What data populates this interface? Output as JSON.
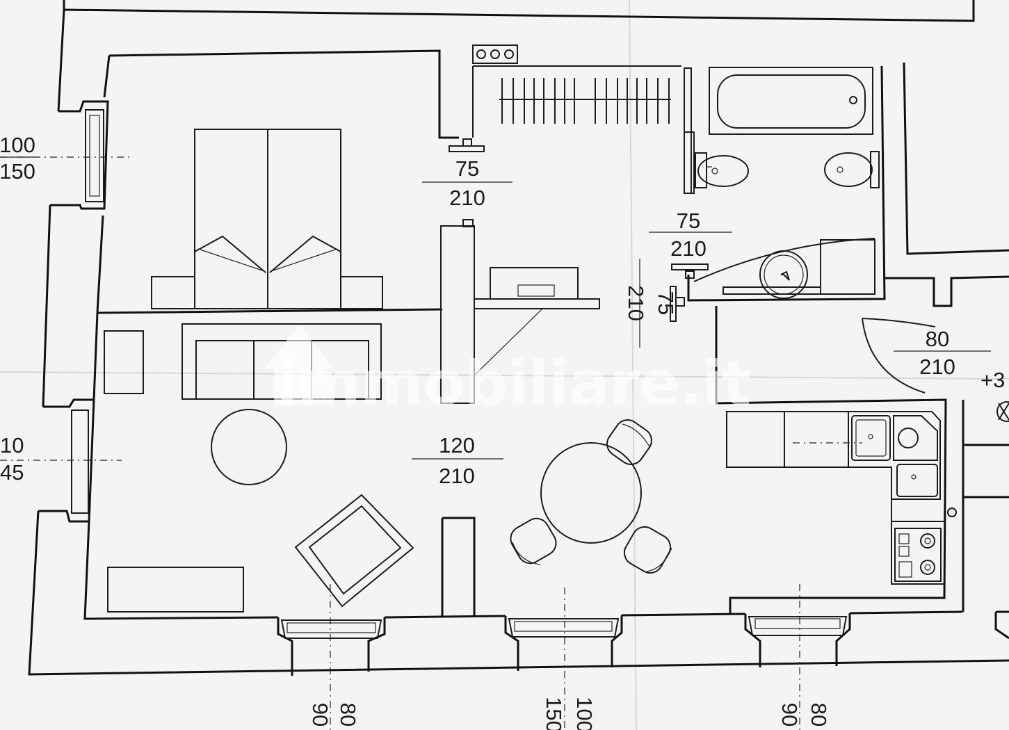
{
  "watermark": {
    "brand": "immobiliare.it"
  },
  "dimensions": {
    "window_left_top": {
      "width": "100",
      "height": "150"
    },
    "window_left_bottom": {
      "width": "10",
      "height": "45"
    },
    "door_bedroom": {
      "width": "75",
      "height": "210"
    },
    "door_bathroom": {
      "width": "75",
      "height": "210"
    },
    "door_hall": {
      "width": "75",
      "height": "210"
    },
    "door_entrance": {
      "width": "80",
      "height": "210"
    },
    "opening_living": {
      "width": "120",
      "height": "210"
    },
    "window_bottom_1": {
      "width": "80",
      "height": "90"
    },
    "window_bottom_2": {
      "width": "100",
      "height": "150"
    },
    "window_bottom_3": {
      "width": "80",
      "height": "90"
    },
    "level_marker": "+3"
  }
}
